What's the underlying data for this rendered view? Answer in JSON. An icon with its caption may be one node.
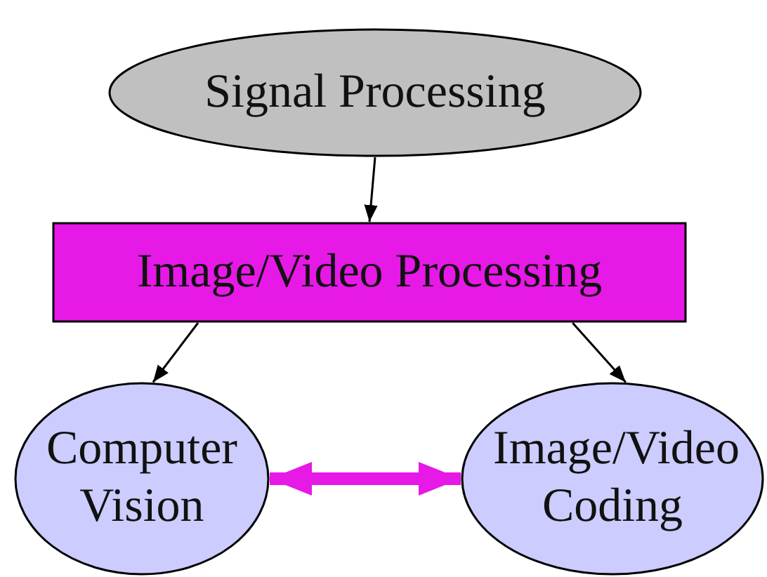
{
  "diagram": {
    "nodes": [
      {
        "text": [
          "Signal Processing"
        ]
      },
      {
        "text": [
          "Image/Video Processing"
        ]
      },
      {
        "text": [
          "Computer Vision"
        ]
      },
      {
        "text": [
          "Image/Video Coding"
        ]
      }
    ],
    "edges": [
      {
        "from": 0,
        "to": 1,
        "arrow": "to"
      },
      {
        "from": 1,
        "to": 2,
        "arrow": "to"
      },
      {
        "from": 1,
        "to": 3,
        "arrow": "to"
      },
      {
        "from": 2,
        "to": 3,
        "arrow": "both",
        "style": "thick",
        "color": "#e619e6"
      }
    ]
  }
}
